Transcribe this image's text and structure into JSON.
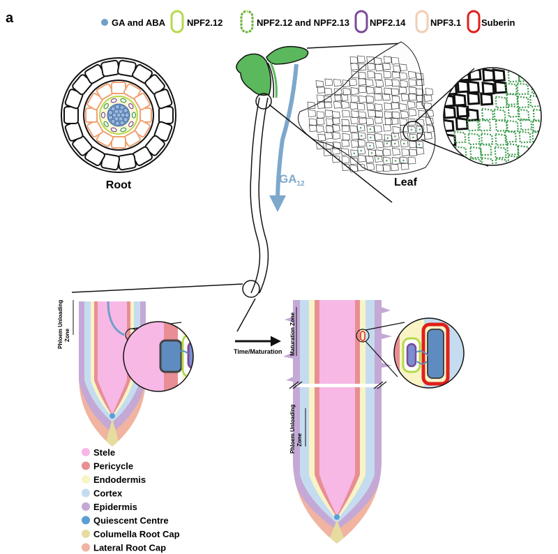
{
  "panel_letter": "a",
  "legend_top": [
    {
      "label": "GA and ABA",
      "icon": "blue-dot-icon",
      "color": "#6fa0c8"
    },
    {
      "label": "NPF2.12",
      "icon": "lime-outline-cell-icon",
      "color": "#b5d94a"
    },
    {
      "label": "NPF2.12 and NPF2.13",
      "icon": "green-dotted-cell-icon",
      "color": "#3a9a4a"
    },
    {
      "label": "NPF2.14",
      "icon": "purple-outline-cell-icon",
      "color": "#7b4a9a"
    },
    {
      "label": "NPF3.1",
      "icon": "peach-outline-cell-icon",
      "color": "#f0cdb4"
    },
    {
      "label": "Suberin",
      "icon": "red-outline-cell-icon",
      "color": "#e0201a"
    }
  ],
  "labels": {
    "root": "Root",
    "leaf": "Leaf",
    "ga_main": "GA",
    "ga_sub": "12",
    "arrow": "Time/Maturation",
    "phloem_left": [
      "Phloem Unloading",
      "Zone"
    ],
    "maturation": [
      "Maturation Zone"
    ],
    "phloem_right": [
      "Phloem Unloading",
      "Zone"
    ]
  },
  "legend_tissues": [
    {
      "label": "Stele",
      "color": "#f7b8e6"
    },
    {
      "label": "Pericycle",
      "color": "#e88e94"
    },
    {
      "label": "Endodermis",
      "color": "#f8f4c6"
    },
    {
      "label": "Cortex",
      "color": "#c5dcf0"
    },
    {
      "label": "Epidermis",
      "color": "#c4a9d6"
    },
    {
      "label": "Quiescent Centre",
      "color": "#5a9fd4"
    },
    {
      "label": "Columella Root Cap",
      "color": "#e6dca0"
    },
    {
      "label": "Lateral Root Cap",
      "color": "#f0b4a0"
    }
  ],
  "colors": {
    "seedling": "#5cb85c",
    "ga_arrow": "#7ea7cc",
    "leaf_green": "#3a9a4a"
  }
}
